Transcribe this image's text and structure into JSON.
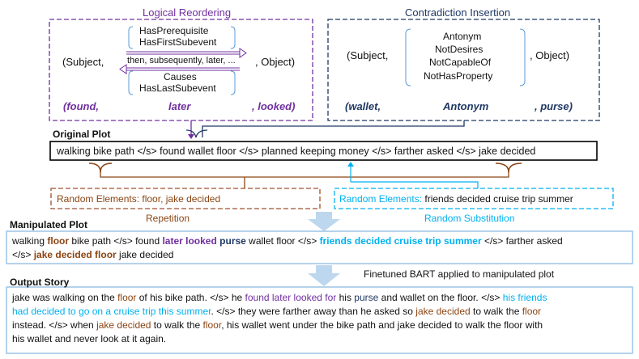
{
  "logical_reordering": {
    "title": "Logical Reordering",
    "subject": "(Subject,",
    "object": ", Object)",
    "top_relations": [
      "HasPrerequisite",
      "HasFirstSubevent"
    ],
    "middle_text": "then, subsequently, later, ...",
    "bottom_relations": [
      "Causes",
      "HasLastSubevent"
    ],
    "example": {
      "left": "(found,",
      "middle": "later",
      "right": ", looked)"
    }
  },
  "contradiction_insertion": {
    "title": "Contradiction Insertion",
    "subject": "(Subject,",
    "object": ", Object)",
    "relations": [
      "Antonym",
      "NotDesires",
      "NotCapableOf",
      "NotHasProperty"
    ],
    "example": {
      "left": "(wallet,",
      "middle": "Antonym",
      "right": ", purse)"
    }
  },
  "original_plot": {
    "label": "Original Plot",
    "text": "walking bike path </s> found wallet floor </s> planned keeping money </s> farther asked </s> jake decided"
  },
  "repetition": {
    "box_text": "Random Elements: floor, jake decided",
    "label": "Repetition"
  },
  "random_substitution": {
    "box_prefix": "Random Elements: ",
    "box_values": "friends decided cruise trip summer",
    "label": "Random Substitution"
  },
  "manipulated_plot": {
    "label": "Manipulated Plot",
    "line1": [
      {
        "t": "walking ",
        "c": "plain"
      },
      {
        "t": "floor",
        "c": "brown"
      },
      {
        "t": " bike path </s> found ",
        "c": "plain"
      },
      {
        "t": "later looked",
        "c": "purple"
      },
      {
        "t": " ",
        "c": "plain"
      },
      {
        "t": "purse",
        "c": "navy"
      },
      {
        "t": " wallet floor </s> ",
        "c": "plain"
      },
      {
        "t": "friends decided cruise trip summer",
        "c": "cyan"
      },
      {
        "t": " </s> farther asked",
        "c": "plain"
      }
    ],
    "line2": [
      {
        "t": "</s> ",
        "c": "plain"
      },
      {
        "t": "jake decided floor",
        "c": "brown"
      },
      {
        "t": " jake decided",
        "c": "plain"
      }
    ]
  },
  "bart_note": "Finetuned BART applied to manipulated plot",
  "output_story": {
    "label": "Output Story",
    "lines": [
      [
        {
          "t": "jake was walking on the ",
          "c": "plain"
        },
        {
          "t": "floor",
          "c": "brown"
        },
        {
          "t": " of his bike path. </s> he ",
          "c": "plain"
        },
        {
          "t": "found later looked for",
          "c": "purple"
        },
        {
          "t": " his ",
          "c": "plain"
        },
        {
          "t": "purse",
          "c": "navy"
        },
        {
          "t": " and wallet on the floor. </s> ",
          "c": "plain"
        },
        {
          "t": "his friends",
          "c": "cyan"
        }
      ],
      [
        {
          "t": "had decided to go on a cruise trip this summer",
          "c": "cyan"
        },
        {
          "t": ". </s> they were farther away than he asked so ",
          "c": "plain"
        },
        {
          "t": "jake decided",
          "c": "brown"
        },
        {
          "t": " to walk the ",
          "c": "plain"
        },
        {
          "t": "floor",
          "c": "brown"
        }
      ],
      [
        {
          "t": "instead. </s> when ",
          "c": "plain"
        },
        {
          "t": "jake decided",
          "c": "brown"
        },
        {
          "t": " to walk the ",
          "c": "plain"
        },
        {
          "t": "floor",
          "c": "brown"
        },
        {
          "t": ", his wallet went under the bike path and jake decided to walk the floor with",
          "c": "plain"
        }
      ],
      [
        {
          "t": "his wallet and never look at it again.",
          "c": "plain"
        }
      ]
    ]
  },
  "colors": {
    "purple": "#7030a0",
    "navy": "#1f3864",
    "brown": "#8b4513",
    "cyan": "#00b0f0",
    "arrow_fill": "#bdd7ee",
    "box_border": "#9dc3e6"
  }
}
